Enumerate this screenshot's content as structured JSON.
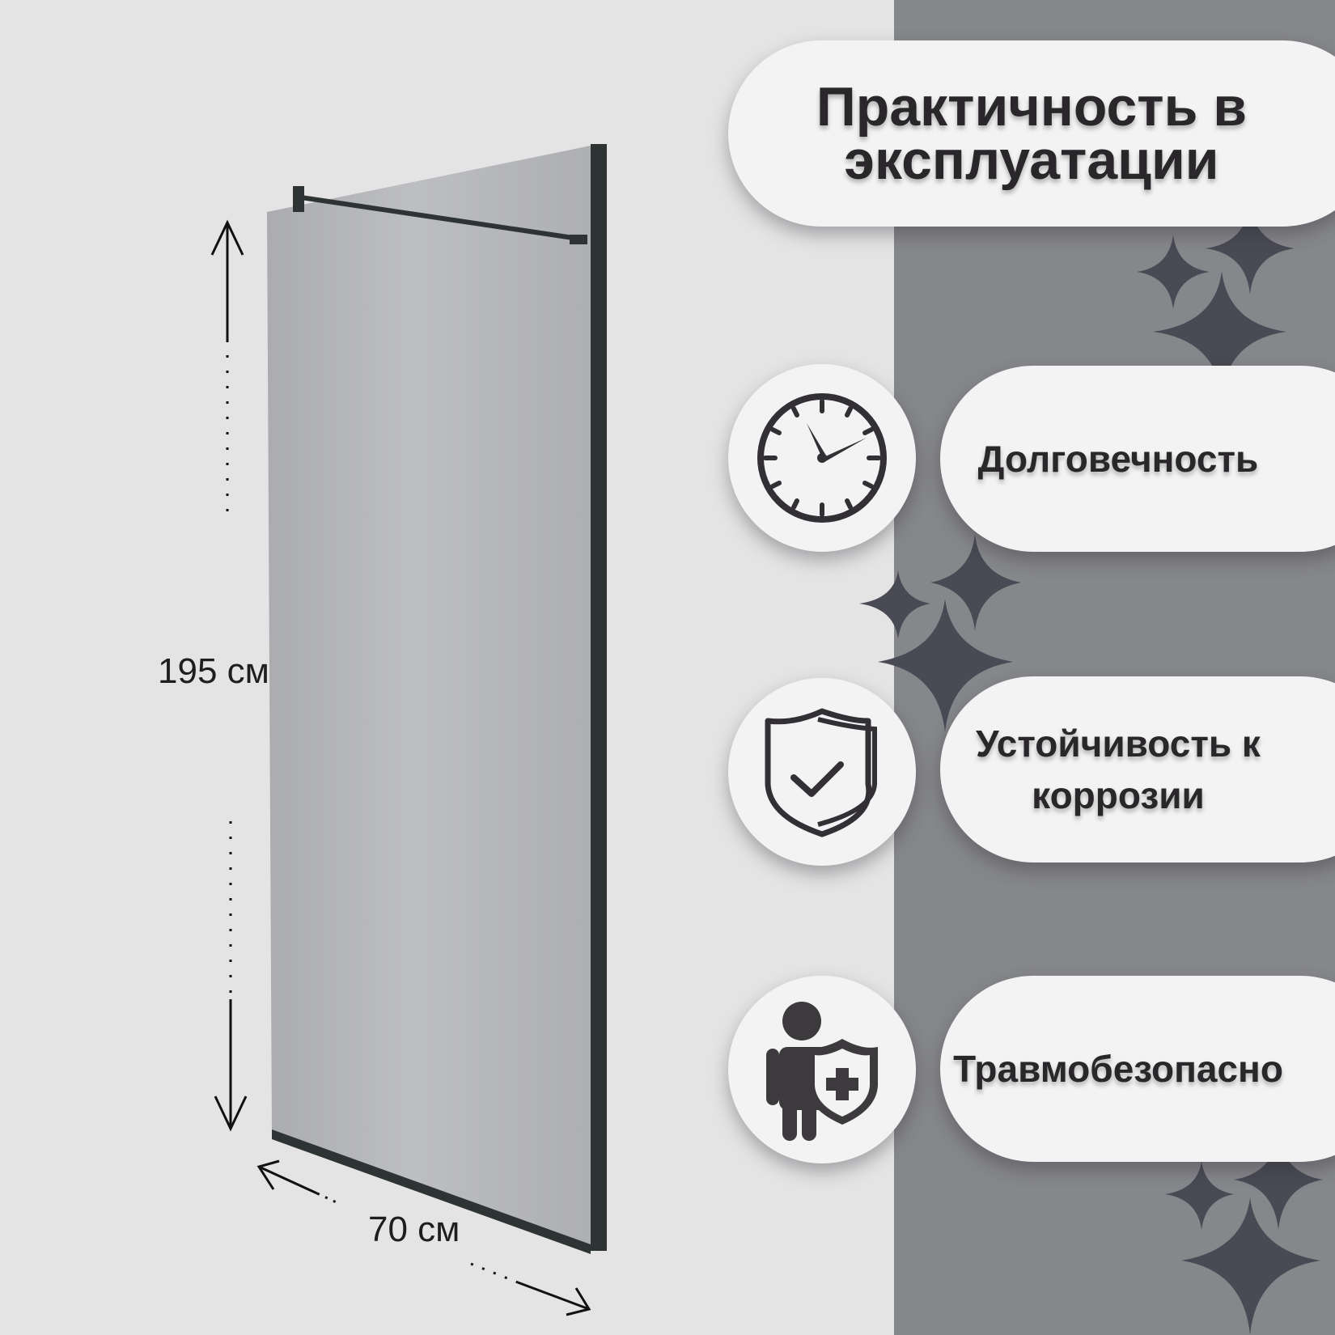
{
  "title": "Практичность в эксплуатации",
  "dimensions": {
    "height_label": "195 см",
    "width_label": "70 см"
  },
  "features": [
    {
      "label": "Долговечность",
      "icon": "clock-icon"
    },
    {
      "label": "Устойчивость к коррозии",
      "icon": "shield-check-icon"
    },
    {
      "label": "Травмобезопасно",
      "icon": "person-shield-icon"
    }
  ],
  "colors": {
    "background": "#e4e4e5",
    "right_band": "#86878b",
    "pill": "#f3f3f4",
    "text": "#2a272a",
    "sparkle": "#4a4a55",
    "glass": "#b4b5b9",
    "frame": "#2e3334"
  }
}
